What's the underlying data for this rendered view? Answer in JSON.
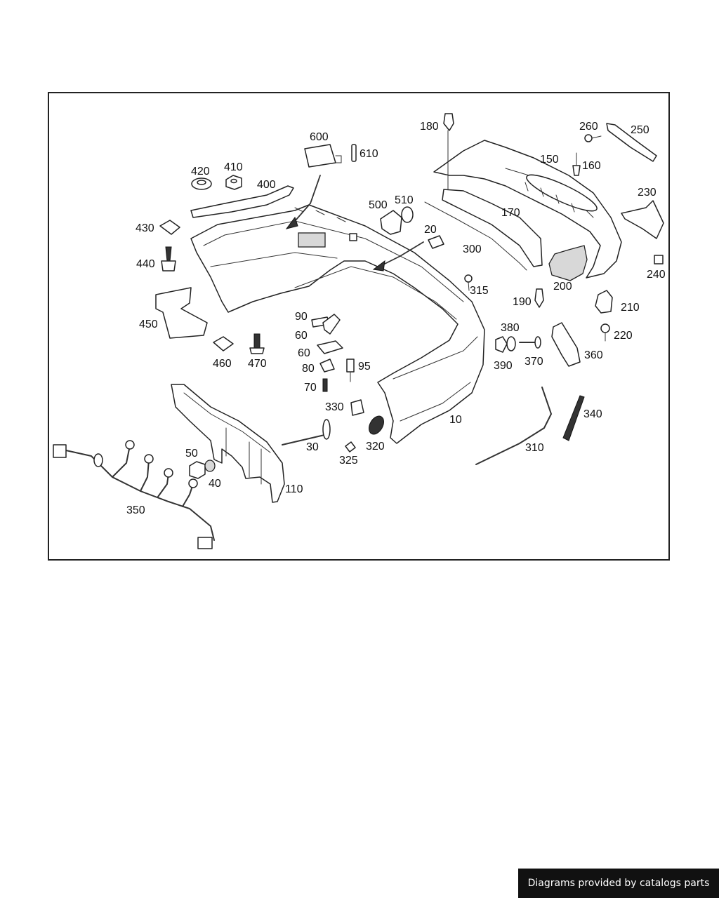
{
  "diagram": {
    "part_numbers": [
      "10",
      "20",
      "30",
      "40",
      "50",
      "60",
      "60",
      "70",
      "80",
      "90",
      "95",
      "110",
      "150",
      "160",
      "170",
      "180",
      "190",
      "200",
      "210",
      "220",
      "230",
      "240",
      "250",
      "260",
      "300",
      "310",
      "315",
      "320",
      "325",
      "330",
      "340",
      "350",
      "360",
      "370",
      "380",
      "390",
      "400",
      "410",
      "420",
      "430",
      "440",
      "450",
      "460",
      "470",
      "500",
      "510",
      "600",
      "610"
    ]
  },
  "footer": {
    "credit": "Diagrams provided by catalogs parts"
  }
}
